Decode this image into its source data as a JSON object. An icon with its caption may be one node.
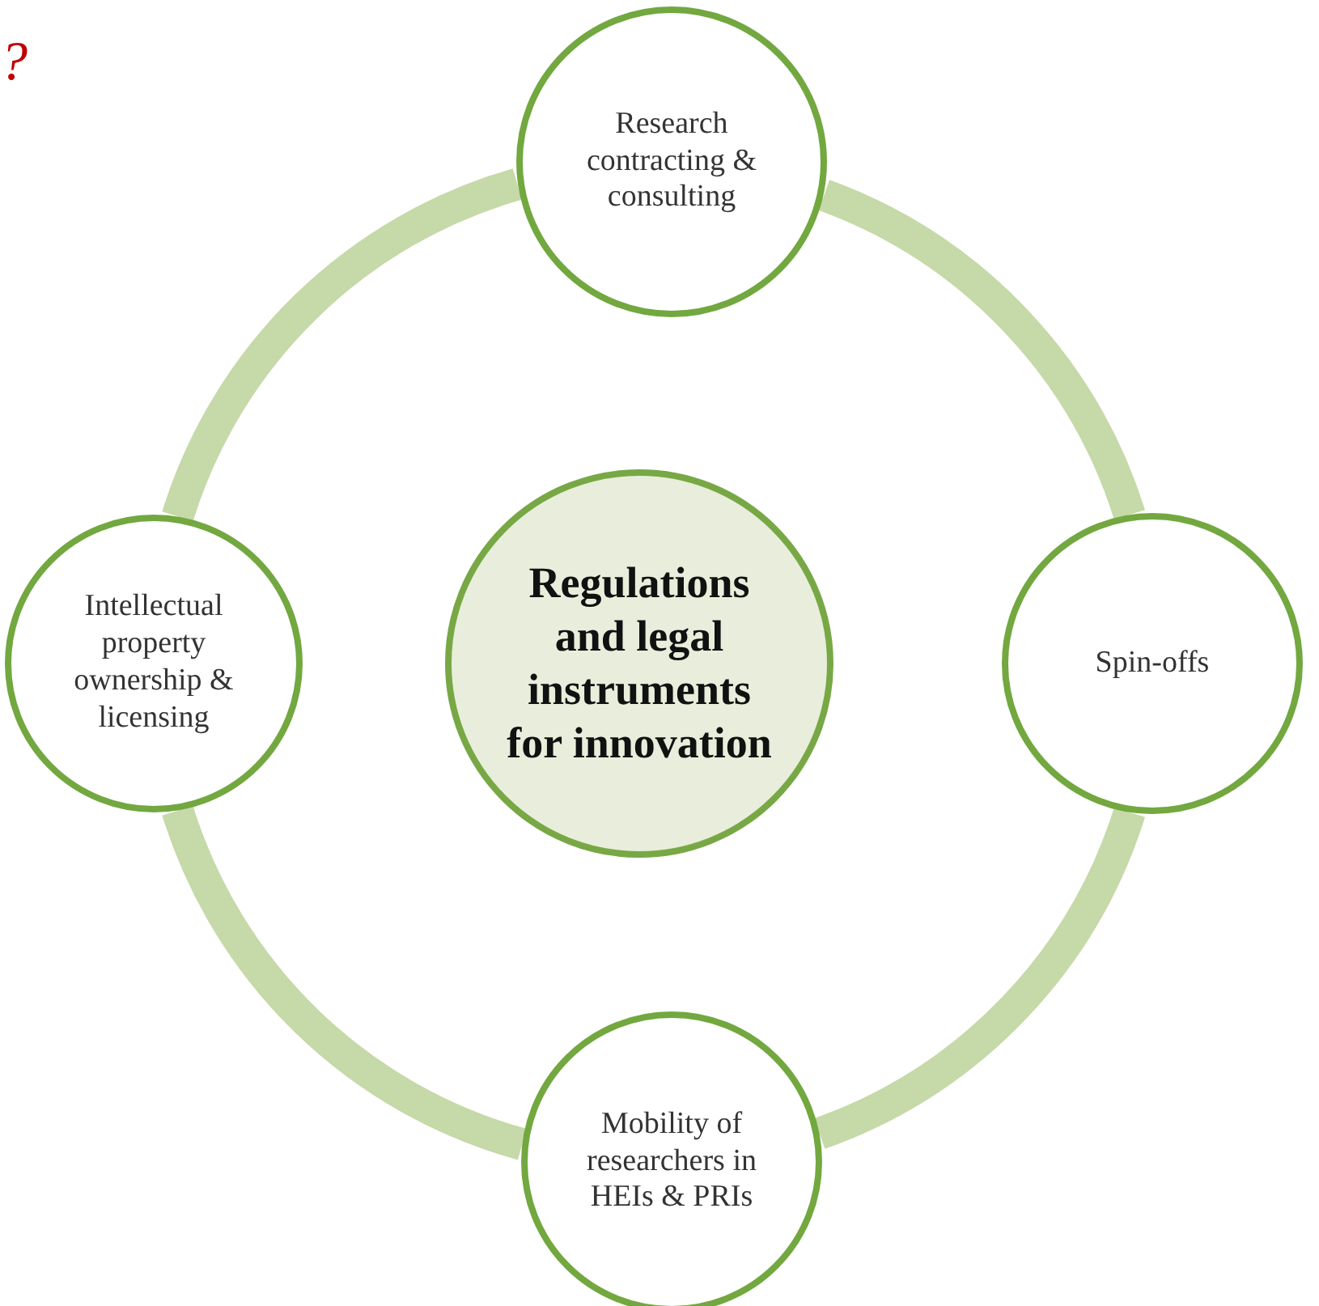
{
  "diagram": {
    "nodes": [
      {
        "text": [
          "Research contracting & consulting"
        ]
      },
      {
        "text": [
          "Intellectual property ownership & licensing"
        ]
      },
      {
        "text": [
          "Regulations and legal instruments for innovation"
        ]
      },
      {
        "text": [
          "Spin-offs"
        ]
      },
      {
        "text": [
          "Mobility of researchers in HEIs & PRIs"
        ]
      }
    ],
    "edges": [
      {
        "from": 0,
        "to": 3,
        "arrow": "none"
      },
      {
        "from": 3,
        "to": 4,
        "arrow": "none"
      },
      {
        "from": 4,
        "to": 1,
        "arrow": "none"
      },
      {
        "from": 1,
        "to": 0,
        "arrow": "none"
      }
    ],
    "labels": [
      "?"
    ]
  }
}
